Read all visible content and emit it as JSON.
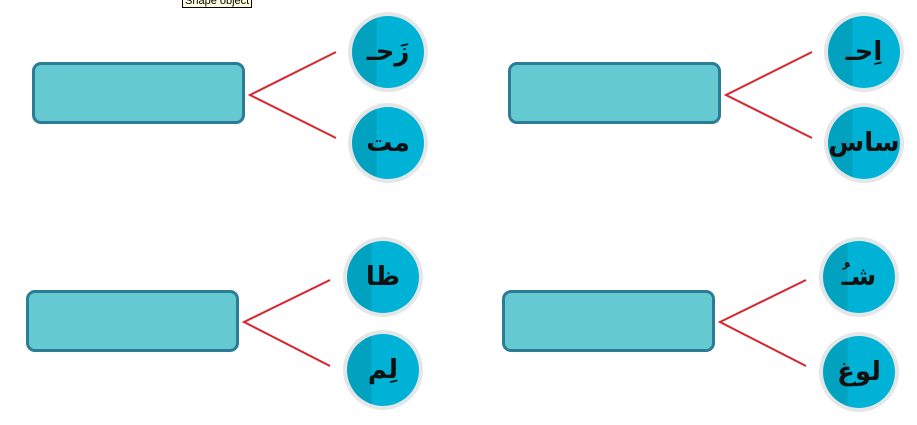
{
  "tooltip": "Shape object",
  "groups": [
    {
      "top": "زَحـ",
      "bottom": "مت"
    },
    {
      "top": "اِحـ",
      "bottom": "ساس"
    },
    {
      "top": "ظا",
      "bottom": "لِم"
    },
    {
      "top": "شـُ",
      "bottom": "لوغ"
    }
  ],
  "colors": {
    "box": "#65c9d1",
    "box_border": "#2c7c96",
    "line": "#d9232d",
    "circle": "#00b3d6"
  }
}
